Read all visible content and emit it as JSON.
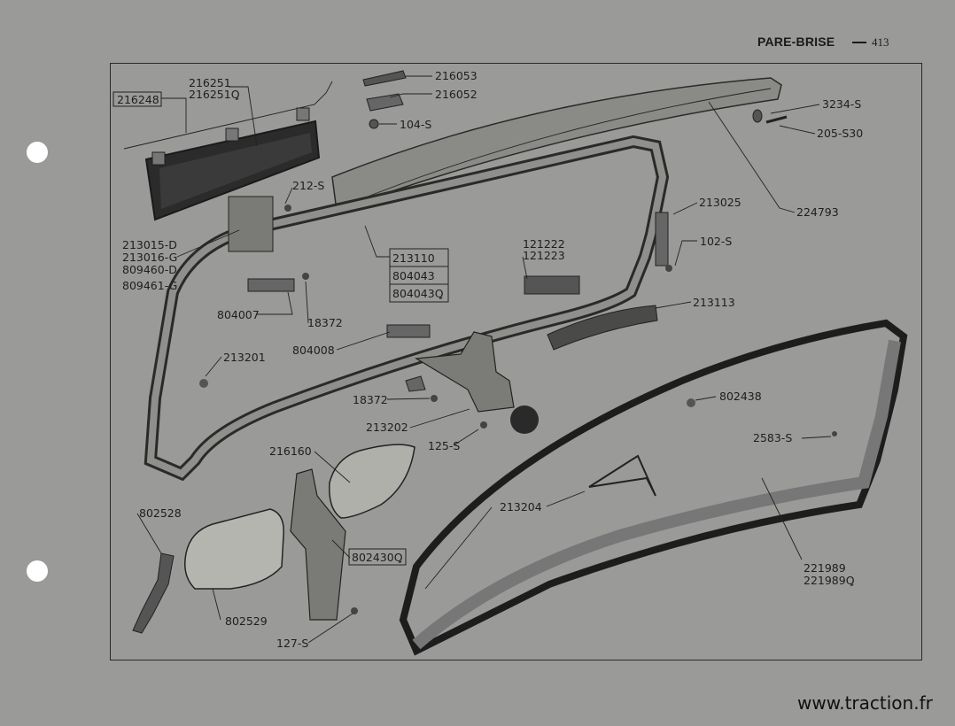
{
  "header": {
    "title": "PARE-BRISE",
    "page_number": "413"
  },
  "watermark": "www.traction.fr",
  "labels": {
    "p216248": "216248",
    "p216251": "216251",
    "p216251g": "216251Ꝗ",
    "p216053": "216053",
    "p216052": "216052",
    "p104s": "104-S",
    "p3234s": "3234-S",
    "p205s30": "205-S30",
    "p212s": "212-S",
    "p224793": "224793",
    "p213025": "213025",
    "p213015d": "213015-D",
    "p213016g": "213016-G",
    "p809460d": "809460-D",
    "p809461g": "809461-G",
    "p213110": "213110",
    "p804043": "804043",
    "p804043g": "804043Ꝗ",
    "p121222": "121222",
    "p121223": "121223",
    "p102s": "102-S",
    "p804007": "804007",
    "p18372a": "18372",
    "p213113": "213113",
    "p804008": "804008",
    "p213201": "213201",
    "p18372b": "18372",
    "p802438": "802438",
    "p213202": "213202",
    "p125s": "125-S",
    "p2583s": "2583-S",
    "p216160": "216160",
    "p802528": "802528",
    "p213204": "213204",
    "p802430g": "802430Ꝗ",
    "p221989": "221989",
    "p221989g": "221989Ꝗ",
    "p802529": "802529",
    "p127s": "127-S"
  }
}
